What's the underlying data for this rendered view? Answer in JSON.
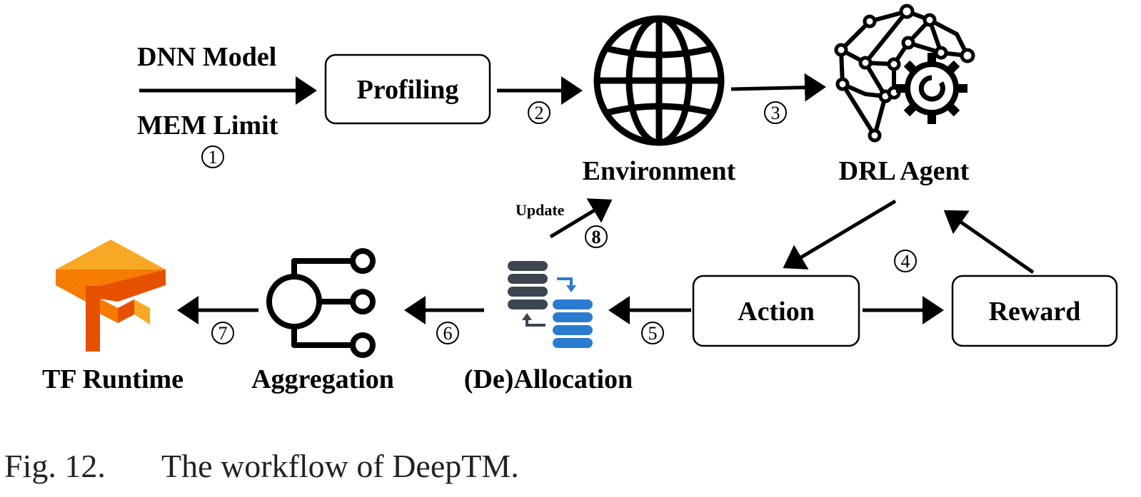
{
  "inputs": {
    "line1": "DNN Model",
    "line2": "MEM Limit"
  },
  "nodes": {
    "profiling": "Profiling",
    "environment": "Environment",
    "drl_agent": "DRL Agent",
    "action": "Action",
    "reward": "Reward",
    "deallocation": "(De)Allocation",
    "aggregation": "Aggregation",
    "tf_runtime": "TF Runtime"
  },
  "steps": {
    "s1": "1",
    "s2": "2",
    "s3": "3",
    "s4": "4",
    "s5": "5",
    "s6": "6",
    "s7": "7",
    "s8": "8"
  },
  "update_label": "Update",
  "caption": {
    "prefix": "Fig. 12.",
    "text": "The workflow of DeepTM."
  },
  "colors": {
    "tf_light": "#f9a825",
    "tf_mid": "#f57c00",
    "tf_dark": "#e65100",
    "db_dark": "#3c4650",
    "db_blue": "#2b7bd0"
  }
}
